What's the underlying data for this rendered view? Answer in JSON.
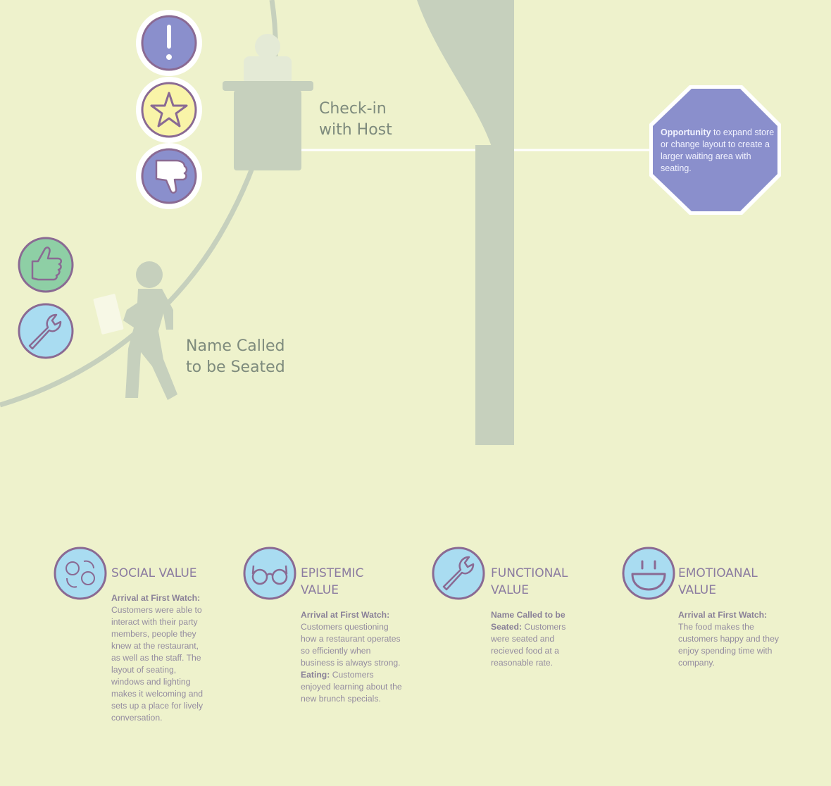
{
  "journey": {
    "checkin_label": [
      "Check-in",
      "with Host"
    ],
    "called_label": [
      "Name Called",
      "to be Seated"
    ]
  },
  "opportunity": {
    "lead": "Opportunity",
    "text": " to expand store or change layout to create a larger waiting area with seating."
  },
  "values": [
    {
      "icon": "social-bubbles-icon",
      "title": [
        "SOCIAL VALUE"
      ],
      "paragraphs": [
        {
          "lead": "Arrival at First Watch:",
          "text": " Customers were able to interact with their party members, people they knew at the restaurant, as well as the staff. The layout of seating, windows and lighting makes it welcoming and sets up a place for lively conversation."
        }
      ]
    },
    {
      "icon": "glasses-icon",
      "title": [
        "EPISTEMIC",
        "VALUE"
      ],
      "paragraphs": [
        {
          "lead": "Arrival at First Watch:",
          "text": " Customers questioning how a restaurant operates so efficiently when business is always strong."
        },
        {
          "lead": "Eating:",
          "text": " Customers enjoyed learning about the new brunch specials."
        }
      ]
    },
    {
      "icon": "wrench-icon",
      "title": [
        "FUNCTIONAL",
        "VALUE"
      ],
      "paragraphs": [
        {
          "lead": "Name Called to be Seated:",
          "text": " Customers were seated and recieved food at a reasonable rate."
        }
      ]
    },
    {
      "icon": "smiley-icon",
      "title": [
        "EMOTIOANAL",
        "VALUE"
      ],
      "paragraphs": [
        {
          "lead": "Arrival at First Watch:",
          "text": " The food makes the customers happy and they enjoy spending time with company."
        }
      ]
    }
  ],
  "colors": {
    "background": "#eef2cc",
    "path_gray": "#c6d0bd",
    "purple_badge": "#8a8fcc",
    "yellow_badge": "#f9f4a8",
    "green_badge": "#8ecfa5",
    "blue_badge": "#a9dcf1",
    "badge_ring": "#8a6a93",
    "octagon": "#8a8fcc"
  }
}
